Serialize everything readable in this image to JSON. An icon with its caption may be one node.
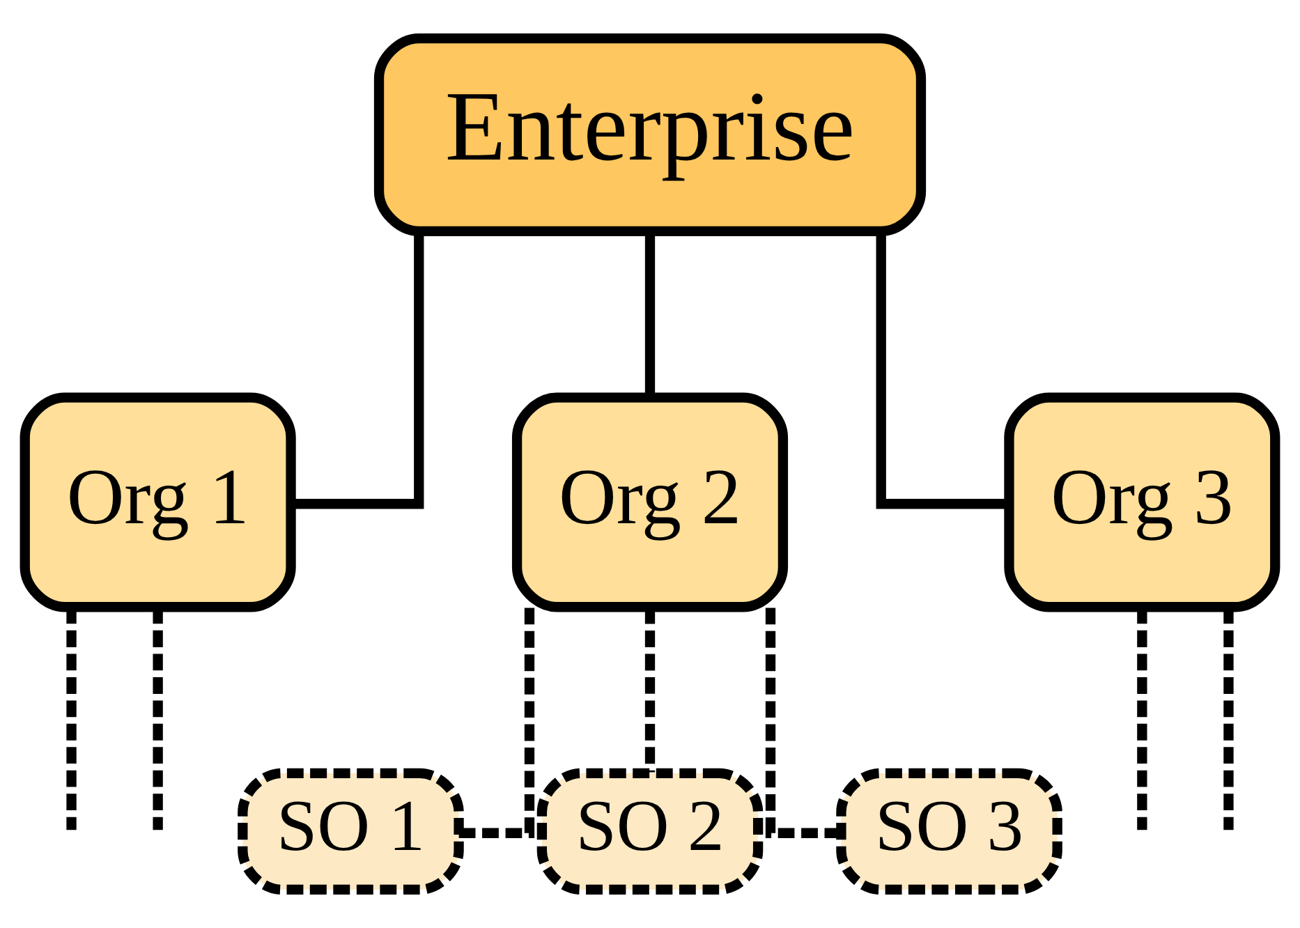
{
  "diagram": {
    "nodes": [
      {
        "text": [
          "Enterprise"
        ]
      },
      {
        "text": [
          "Org 1"
        ]
      },
      {
        "text": [
          "Org 2"
        ]
      },
      {
        "text": [
          "Org 3"
        ]
      },
      {
        "text": [
          "SO 1"
        ]
      },
      {
        "text": [
          "SO 2"
        ]
      },
      {
        "text": [
          "SO 3"
        ]
      }
    ],
    "edges": [
      {
        "from": 0,
        "to": 1,
        "arrow": "none"
      },
      {
        "from": 0,
        "to": 2,
        "arrow": "none"
      },
      {
        "from": 0,
        "to": 3,
        "arrow": "none"
      },
      {
        "from": 1,
        "to": null,
        "arrow": "none",
        "style": "dashed"
      },
      {
        "from": 1,
        "to": null,
        "arrow": "none",
        "style": "dashed"
      },
      {
        "from": 2,
        "to": 4,
        "arrow": "none",
        "style": "dashed"
      },
      {
        "from": 2,
        "to": 5,
        "arrow": "none",
        "style": "dashed"
      },
      {
        "from": 2,
        "to": 6,
        "arrow": "none",
        "style": "dashed"
      },
      {
        "from": 3,
        "to": null,
        "arrow": "none",
        "style": "dashed"
      },
      {
        "from": 3,
        "to": null,
        "arrow": "none",
        "style": "dashed"
      }
    ]
  }
}
